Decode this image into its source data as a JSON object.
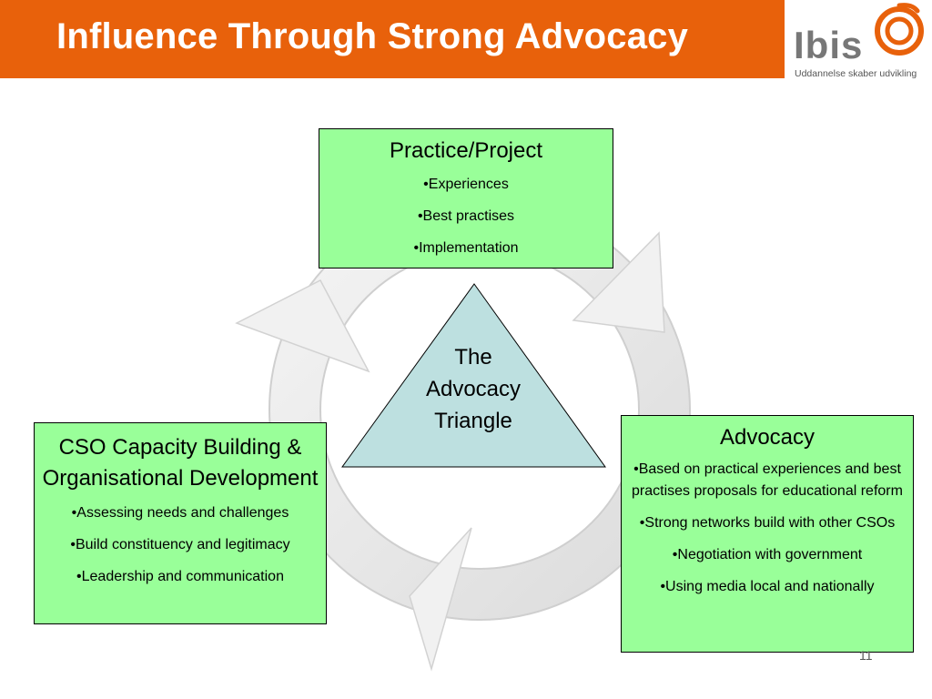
{
  "header": {
    "title": "Influence  Through Strong Advocacy"
  },
  "logo": {
    "word": "Ibis",
    "tagline": "Uddannelse skaber udvikling",
    "mark_icon": "ibis-swirl-icon"
  },
  "diagram": {
    "center": {
      "lines": [
        "The",
        "Advocacy",
        "Triangle"
      ]
    },
    "practice": {
      "title": "Practice/Project",
      "items": [
        "•Experiences",
        "•Best practises",
        "•Implementation"
      ]
    },
    "cso": {
      "title": "CSO Capacity Building & Organisational Development",
      "items": [
        "•Assessing needs and challenges",
        "•Build constituency and legitimacy",
        "•Leadership and communication"
      ]
    },
    "advocacy": {
      "title": "Advocacy",
      "items": [
        "•Based on practical experiences and best practises proposals for educational reform",
        "•Strong networks build with other CSOs",
        "•Negotiation with government",
        "•Using media local and nationally"
      ]
    },
    "cycle_icon": "circular-arrows-icon"
  },
  "footer": {
    "page_number": "11"
  },
  "colors": {
    "title_bar": "#e8610b",
    "box_fill": "#99ff99",
    "triangle_fill": "#bde0e0",
    "logo_orange": "#e8610b"
  }
}
